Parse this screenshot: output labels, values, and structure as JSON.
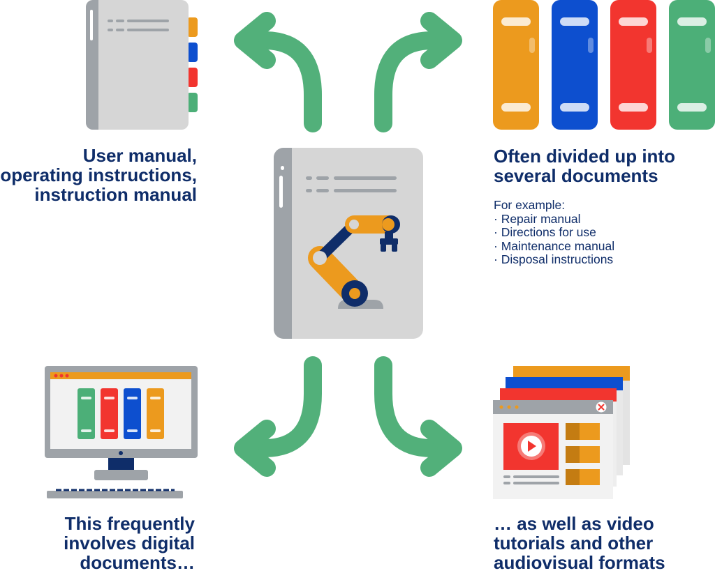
{
  "captions": {
    "top_left": [
      "User manual,",
      "operating instructions,",
      "instruction manual"
    ],
    "top_right": [
      "Often divided up into",
      "several documents"
    ],
    "bottom_left": [
      "This frequently",
      "involves digital",
      "documents…"
    ],
    "bottom_right": [
      "… as well as video",
      "tutorials and other",
      "audiovisual formats"
    ]
  },
  "examples": {
    "intro": "For example:",
    "items": [
      "· Repair manual",
      "· Directions for use",
      "· Maintenance manual",
      "· Disposal instructions"
    ]
  },
  "colors": {
    "orange": "#ec9a1e",
    "blue": "#0d4fcf",
    "red": "#f2352f",
    "green": "#4caf78",
    "navy": "#0f2d69",
    "arrow": "#52b07a",
    "gray": "#d6d6d6"
  },
  "icons": [
    "manual-binder-icon",
    "robot-arm-manual-icon",
    "binders-icon",
    "computer-monitor-icon",
    "video-windows-icon"
  ]
}
